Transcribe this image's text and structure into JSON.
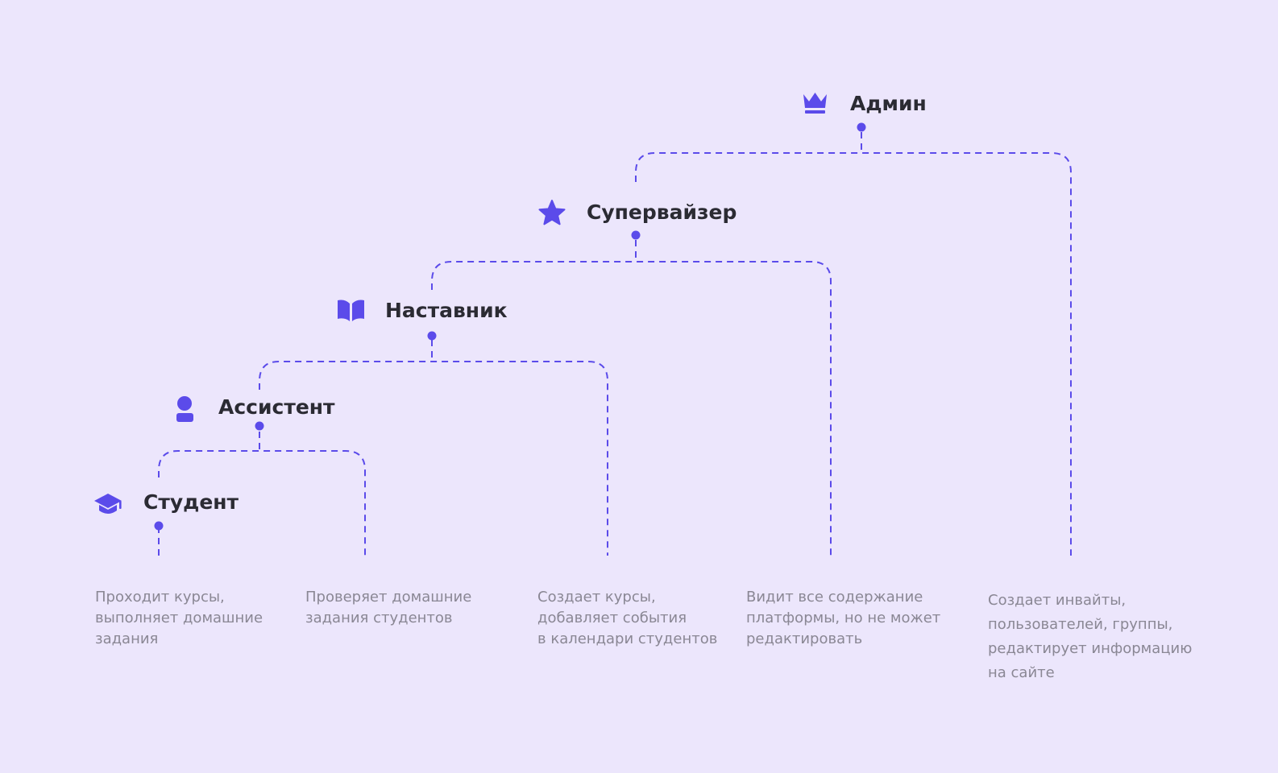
{
  "colors": {
    "background": "#ECE6FC",
    "accent": "#5B4BEA",
    "title_text": "#2B2B33",
    "description_text": "#8A8794"
  },
  "roles": [
    {
      "id": "student",
      "label": "Студент",
      "icon": "graduation-cap-icon",
      "description": [
        "Проходит курсы,",
        "выполняет домашние",
        "задания"
      ]
    },
    {
      "id": "assistant",
      "label": "Ассистент",
      "icon": "user-icon",
      "description": [
        "Проверяет домашние",
        "задания студентов"
      ]
    },
    {
      "id": "mentor",
      "label": "Наставник",
      "icon": "book-icon",
      "description": [
        "Создает курсы,",
        "добавляет события",
        "в календари студентов"
      ]
    },
    {
      "id": "supervisor",
      "label": "Супервайзер",
      "icon": "star-icon",
      "description": [
        "Видит все содержание",
        "платформы, но не может",
        "редактировать"
      ]
    },
    {
      "id": "admin",
      "label": "Админ",
      "icon": "crown-icon",
      "description": [
        "Создает инвайты,",
        "пользователей, группы,",
        "редактирует информацию",
        "на сайте"
      ]
    }
  ]
}
